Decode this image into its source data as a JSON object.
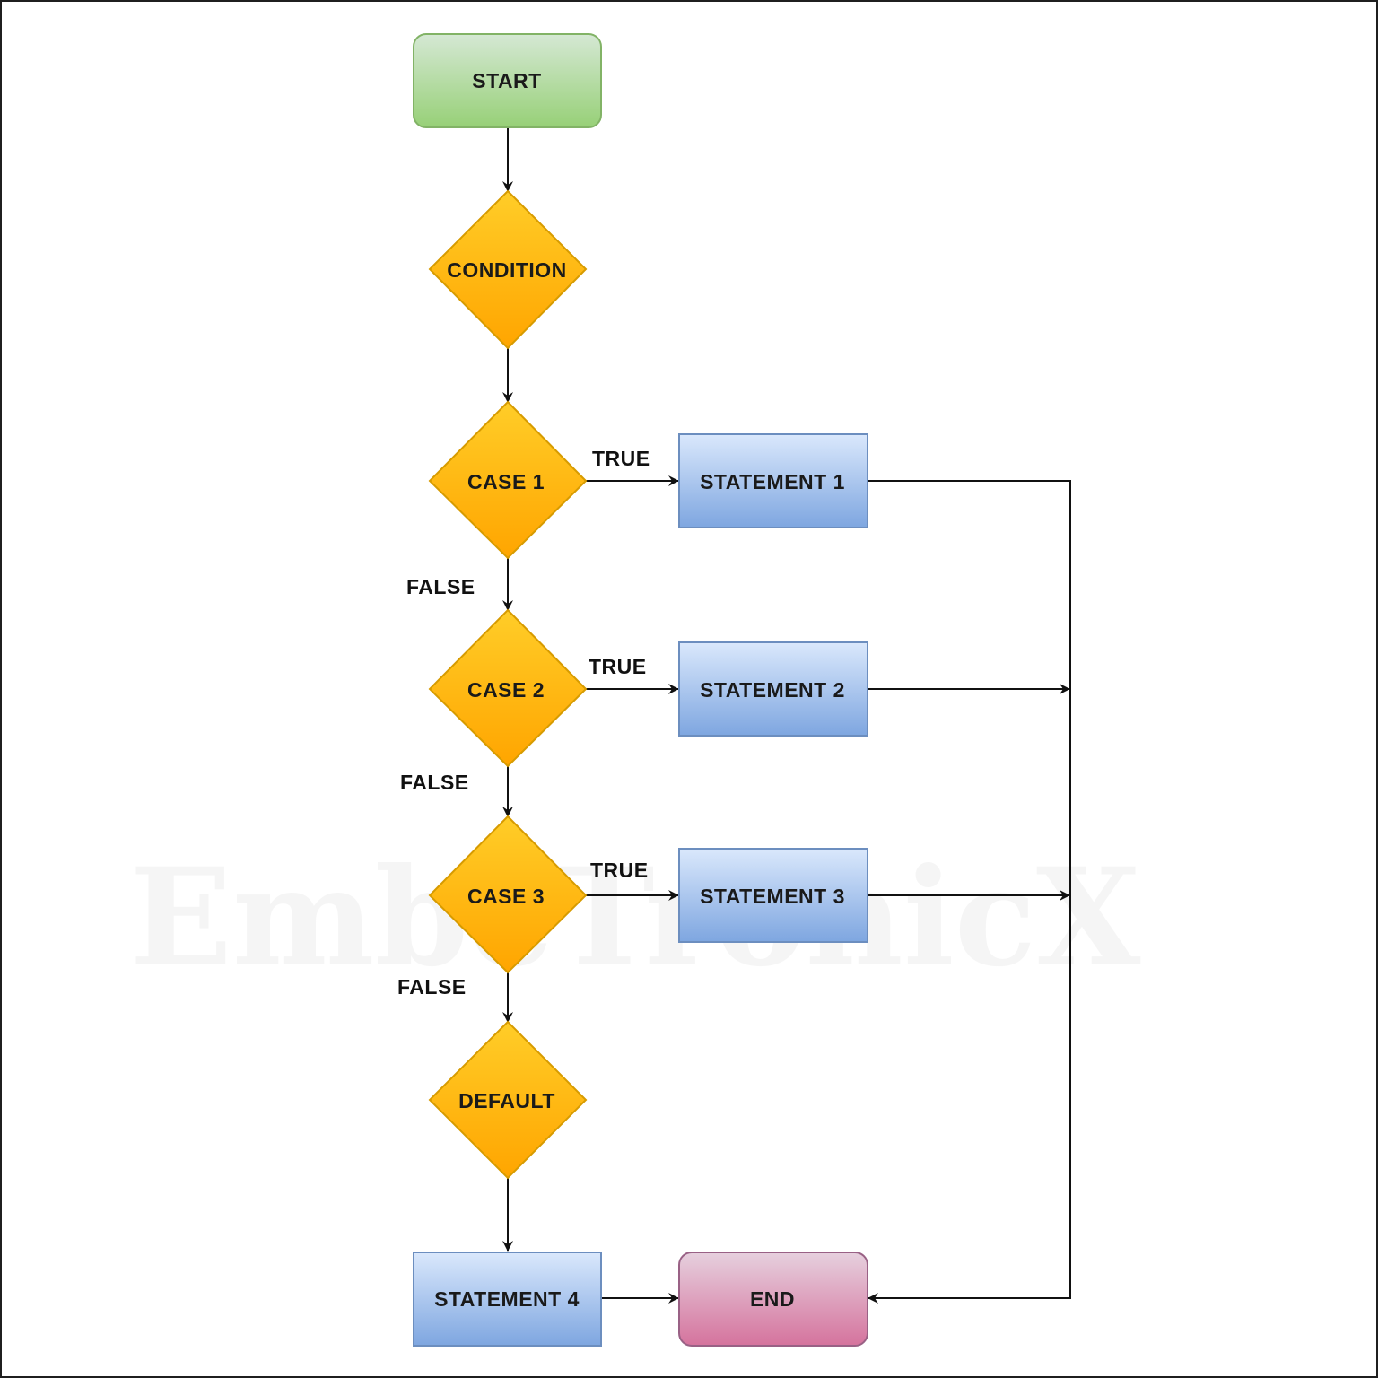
{
  "watermark": "EmbeTronicX",
  "nodes": {
    "start": "START",
    "condition": "CONDITION",
    "case1": "CASE 1",
    "case2": "CASE 2",
    "case3": "CASE 3",
    "default": "DEFAULT",
    "statement1": "STATEMENT 1",
    "statement2": "STATEMENT 2",
    "statement3": "STATEMENT 3",
    "statement4": "STATEMENT 4",
    "end": "END"
  },
  "edge_labels": {
    "true1": "TRUE",
    "true2": "TRUE",
    "true3": "TRUE",
    "false1": "FALSE",
    "false2": "FALSE",
    "false3": "FALSE"
  },
  "colors": {
    "start_fill_top": "#d5e8d4",
    "start_fill_bottom": "#97d077",
    "start_stroke": "#82b366",
    "decision_fill_top": "#ffcd28",
    "decision_fill_bottom": "#ffa500",
    "decision_stroke": "#d79b00",
    "process_fill_top": "#dae8fc",
    "process_fill_bottom": "#7ea6e0",
    "process_stroke": "#6c8ebf",
    "end_fill_top": "#e6d0de",
    "end_fill_bottom": "#d5739d",
    "end_stroke": "#996185"
  }
}
